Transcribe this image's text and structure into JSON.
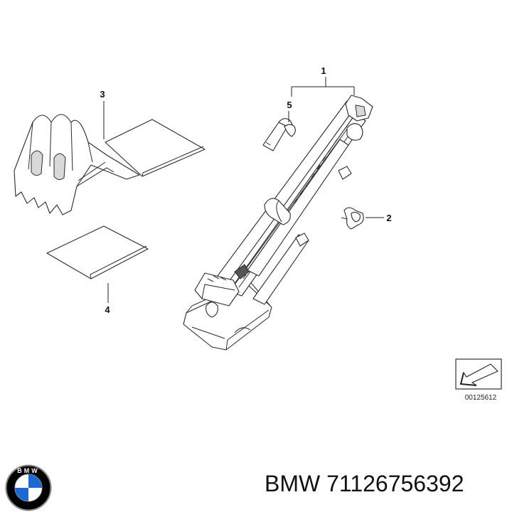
{
  "diagram": {
    "callouts": [
      "1",
      "2",
      "3",
      "4",
      "5"
    ],
    "figure_code": "00125612"
  },
  "caption": {
    "brand": "BMW",
    "part_number": "71126756392"
  },
  "logo": {
    "text": "BMW",
    "colors": {
      "blue": "#1c69d4",
      "ring": "#000000",
      "white": "#ffffff"
    }
  }
}
